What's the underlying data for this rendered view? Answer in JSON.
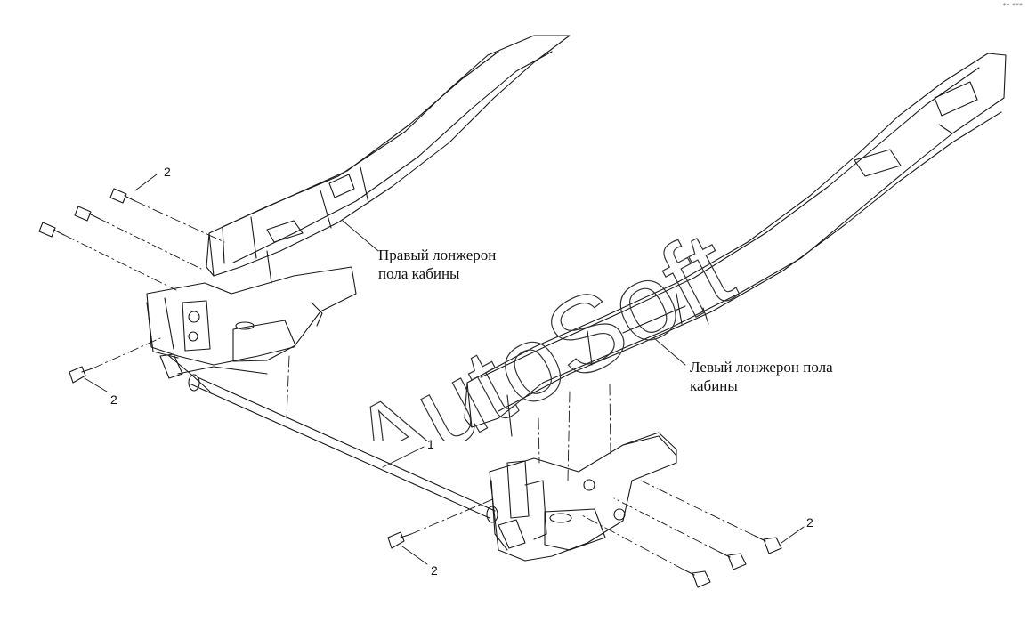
{
  "callouts": {
    "rod": "1",
    "bolt_top": "2",
    "bolt_left": "2",
    "bolt_bottom": "2",
    "bolt_right": "2"
  },
  "labels": {
    "right_rail_line1": "Правый лонжерон",
    "right_rail_line2": "пола кабины",
    "left_rail_line1": "Левый лонжерон пола",
    "left_rail_line2": "кабины"
  },
  "watermark": "AutoSoft",
  "corner_mark": "** ***",
  "colors": {
    "line": "#1a1a1a",
    "watermark_stroke": "#333333",
    "background": "#ffffff"
  }
}
